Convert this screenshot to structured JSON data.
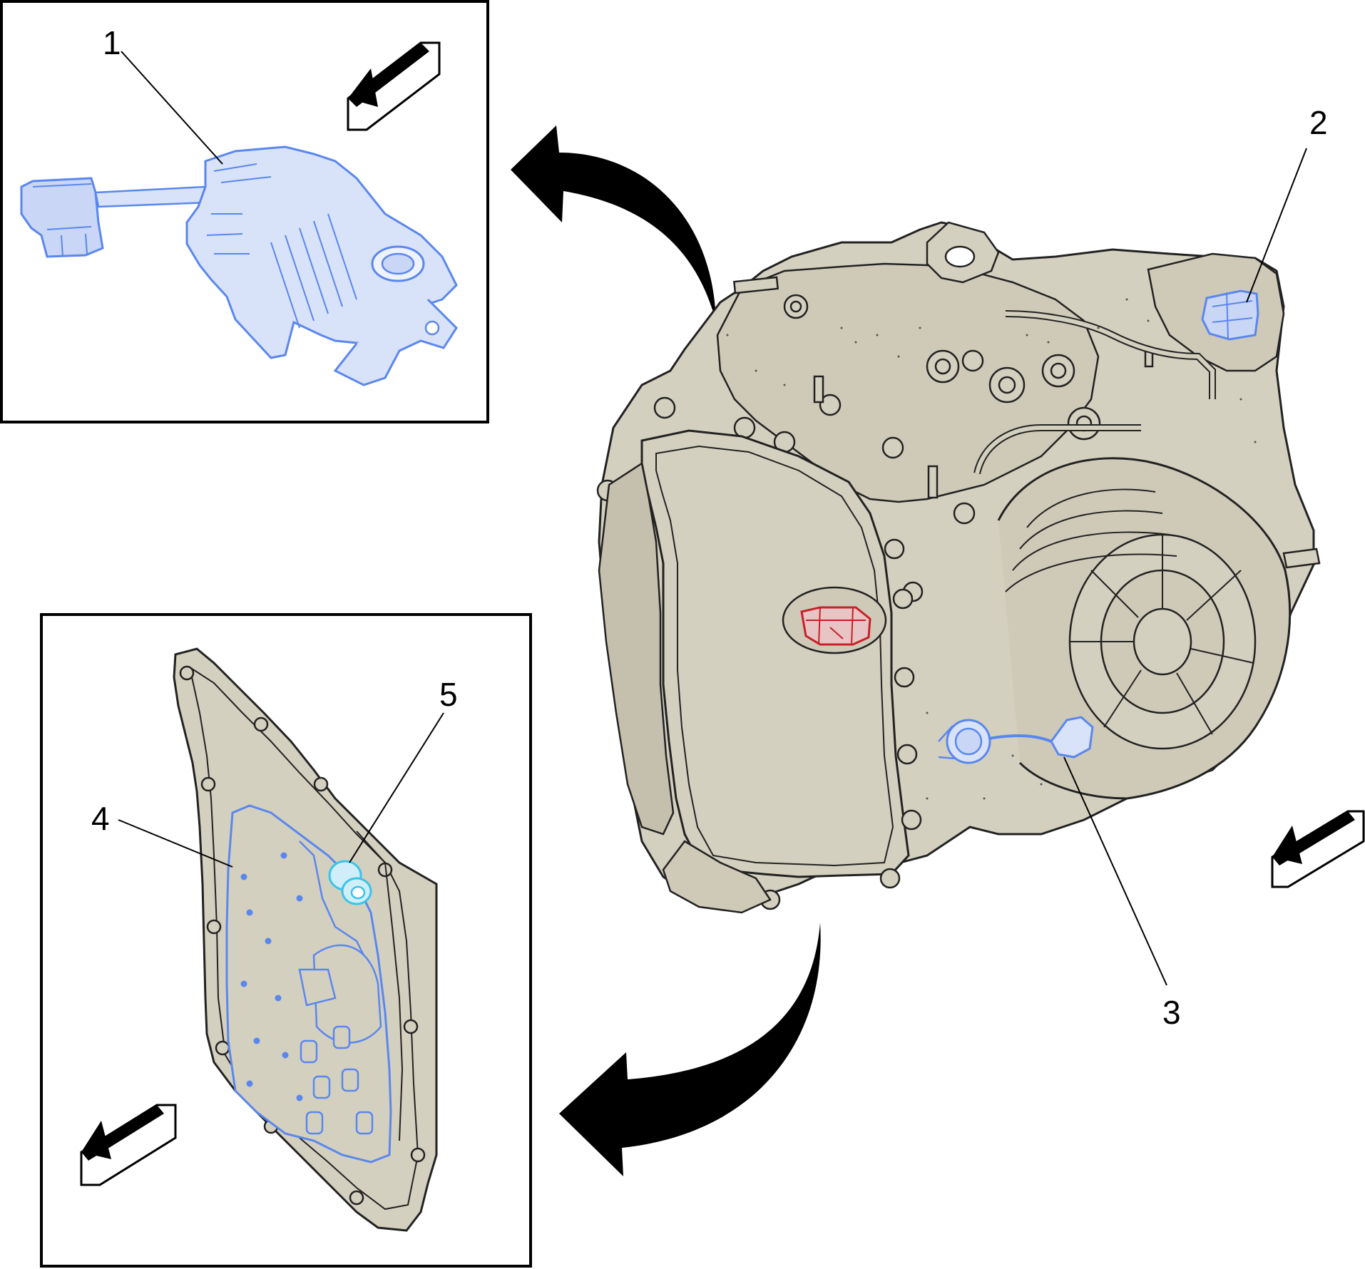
{
  "callouts": {
    "c1": "1",
    "c2": "2",
    "c3": "3",
    "c4": "4",
    "c5": "5"
  },
  "colors": {
    "housing": "#d4d0bf",
    "housing_shade": "#b9b5a3",
    "highlight_blue": "#5a87ee",
    "highlight_blue_fill": "#c9d6f5",
    "highlight_cyan": "#3cc3ea",
    "highlight_red": "#c8202a",
    "outline": "#222222"
  }
}
